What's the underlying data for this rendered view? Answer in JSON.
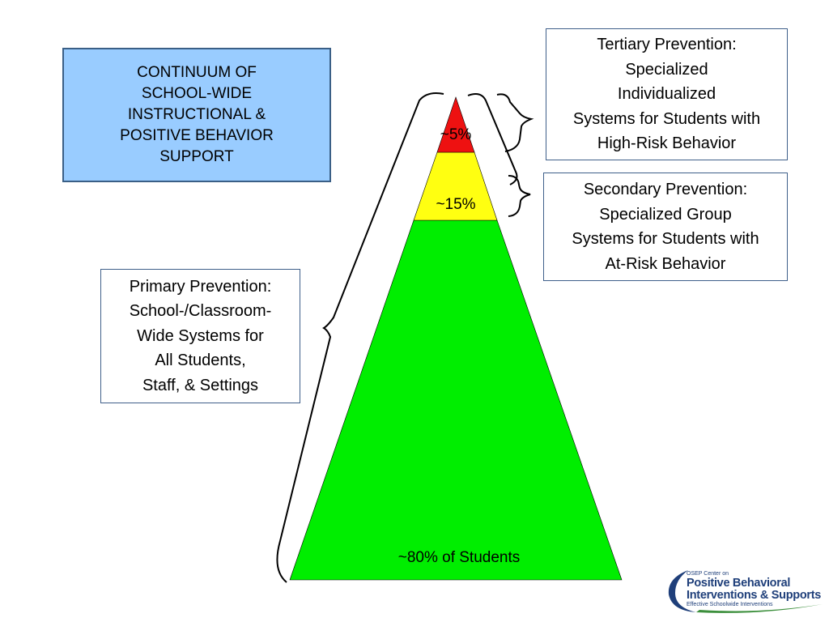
{
  "title_box": {
    "lines": [
      "CONTINUUM OF",
      "SCHOOL-WIDE",
      "INSTRUCTIONAL &",
      "POSITIVE BEHAVIOR",
      "SUPPORT"
    ]
  },
  "tiers": {
    "tertiary": {
      "label": "~5%",
      "color": "#ee1111",
      "lines": [
        "Tertiary Prevention:",
        "Specialized",
        "Individualized",
        "Systems for Students with",
        "High-Risk Behavior"
      ]
    },
    "secondary": {
      "label": "~15%",
      "color": "#ffff11",
      "lines": [
        "Secondary Prevention:",
        "Specialized Group",
        "Systems for Students with",
        "At-Risk Behavior"
      ]
    },
    "primary": {
      "label": "~80% of Students",
      "color": "#00ee00",
      "lines": [
        "Primary Prevention:",
        "School-/Classroom-",
        "Wide Systems for",
        "All Students,",
        "Staff, & Settings"
      ]
    }
  },
  "logo": {
    "top_text": "OSEP Center on",
    "line1": "Positive Behavioral",
    "line2": "Interventions & Supports",
    "tagline": "Effective Schoolwide Interventions",
    "colors": {
      "navy": "#1f3f7a",
      "green": "#3c8f3c"
    }
  }
}
